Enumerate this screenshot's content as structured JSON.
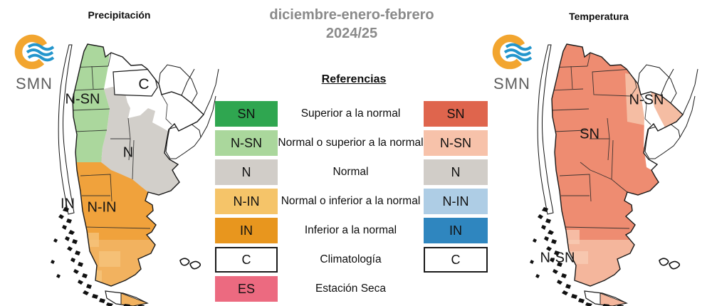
{
  "header": {
    "season_line1": "diciembre-enero-febrero",
    "season_line2": "2024/25",
    "title_color": "#8A8A8A"
  },
  "branding": {
    "logo_text": "SMN",
    "logo_orange": "#F2A52F",
    "logo_blue": "#2395CC",
    "logo_text_color": "#5E5E5E"
  },
  "precipitation_map": {
    "title": "Precipitación",
    "region_labels": {
      "northwest": "N-SN",
      "chaco": "C",
      "center": "N",
      "patagonia_west": "IN",
      "patagonia_east": "N-IN"
    },
    "region_colors": {
      "n_sn_green": "#ABD79D",
      "n_gray": "#D2CFCA",
      "in_orange": "#F0A23C",
      "n_in_orange_south": "#F2B25F",
      "climatology_white": "#FFFFFF"
    }
  },
  "temperature_map": {
    "title": "Temperatura",
    "region_labels": {
      "northeast": "N-SN",
      "center": "SN",
      "south": "N-SN"
    },
    "region_colors": {
      "sn_salmon": "#EE8C71",
      "n_sn_light": "#F5BDA3",
      "south_light": "#F4B69C"
    }
  },
  "legend": {
    "title": "Referencias",
    "rows": [
      {
        "left_code": "SN",
        "left_color": "#2FA650",
        "description": "Superior a la normal",
        "right_code": "SN",
        "right_color": "#DF654D"
      },
      {
        "left_code": "N-SN",
        "left_color": "#AAD79C",
        "description": "Normal o superior a la normal",
        "right_code": "N-SN",
        "right_color": "#F7C2AA"
      },
      {
        "left_code": "N",
        "left_color": "#D1CDC8",
        "description": "Normal",
        "right_code": "N",
        "right_color": "#D1CDC8"
      },
      {
        "left_code": "N-IN",
        "left_color": "#F5C469",
        "description": "Normal o inferior a la normal",
        "right_code": "N-IN",
        "right_color": "#AECDE5"
      },
      {
        "left_code": "IN",
        "left_color": "#E8961E",
        "description": "Inferior a la normal",
        "right_code": "IN",
        "right_color": "#2F86BF"
      },
      {
        "left_code": "C",
        "left_color": "#FFFFFF",
        "description": "Climatología",
        "right_code": "C",
        "right_color": "#FFFFFF"
      },
      {
        "left_code": "ES",
        "left_color": "#EC6A80",
        "description": "Estación Seca",
        "right_code": "",
        "right_color": ""
      }
    ]
  }
}
